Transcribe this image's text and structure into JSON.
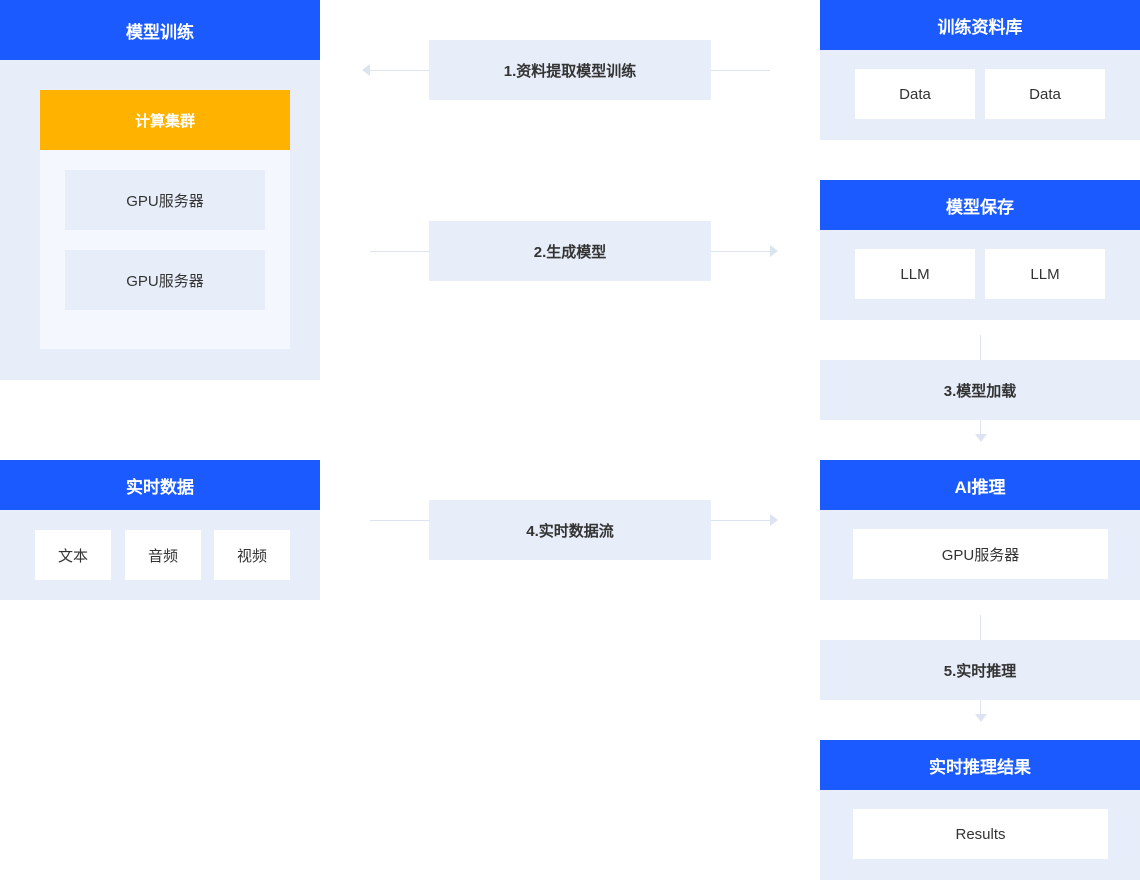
{
  "training": {
    "title": "模型训练",
    "cluster_title": "计算集群",
    "servers": [
      "GPU服务器",
      "GPU服务器"
    ]
  },
  "realtime": {
    "title": "实时数据",
    "items": [
      "文本",
      "音频",
      "视频"
    ]
  },
  "library": {
    "title": "训练资料库",
    "items": [
      "Data",
      "Data"
    ]
  },
  "model_save": {
    "title": "模型保存",
    "items": [
      "LLM",
      "LLM"
    ]
  },
  "inference": {
    "title": "AI推理",
    "server": "GPU服务器"
  },
  "results": {
    "title": "实时推理结果",
    "item": "Results"
  },
  "steps": {
    "s1": "1.资料提取模型训练",
    "s2": "2.生成模型",
    "s3": "3.模型加载",
    "s4": "4.实时数据流",
    "s5": "5.实时推理"
  },
  "colors": {
    "header_blue": "#1a5aff",
    "cluster_orange": "#ffb300",
    "panel_bg": "#e8eef9",
    "connector": "#dce4f2"
  }
}
